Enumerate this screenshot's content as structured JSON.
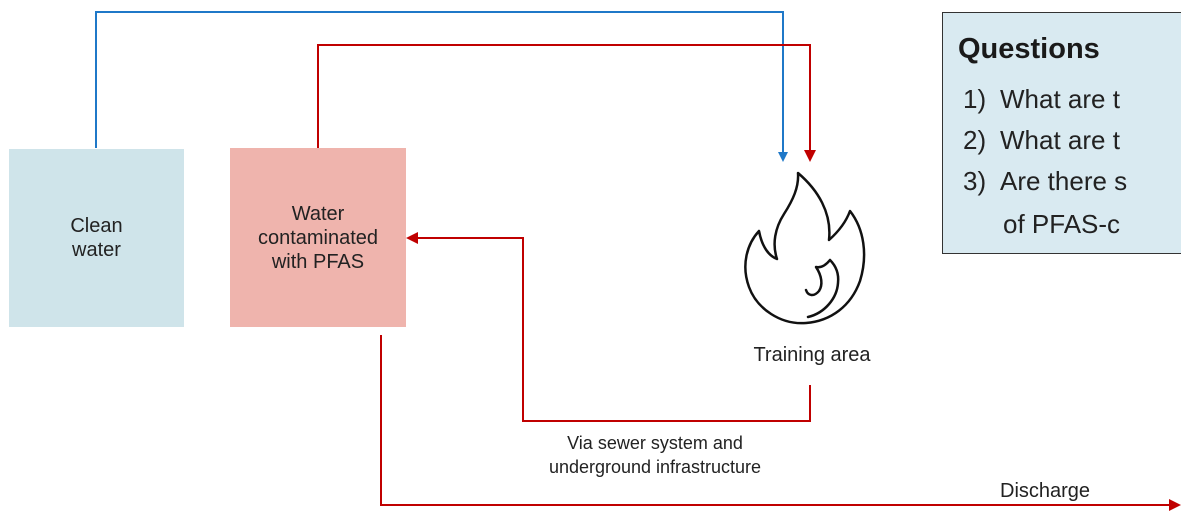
{
  "nodes": {
    "clean_water": "Clean\nwater",
    "contaminated_water": "Water\ncontaminated\nwith PFAS",
    "training_area": "Training area"
  },
  "edges": {
    "sewer_label": "Via sewer system and\nunderground infrastructure",
    "discharge_label": "Discharge"
  },
  "questions": {
    "title": "Questions",
    "items": [
      {
        "number": "1)",
        "text": "What are t"
      },
      {
        "number": "2)",
        "text": "What are t"
      },
      {
        "number": "3)",
        "text": "Are there s",
        "continuation": "of PFAS-c"
      }
    ]
  },
  "colors": {
    "clean_box": "#cfe4ea",
    "contaminated_box": "#efb4ad",
    "blue_arrow": "#1f78c8",
    "red_arrow": "#c00000",
    "questions_bg": "#d9eaf1"
  },
  "icons": {
    "training_area": "fire-icon"
  }
}
